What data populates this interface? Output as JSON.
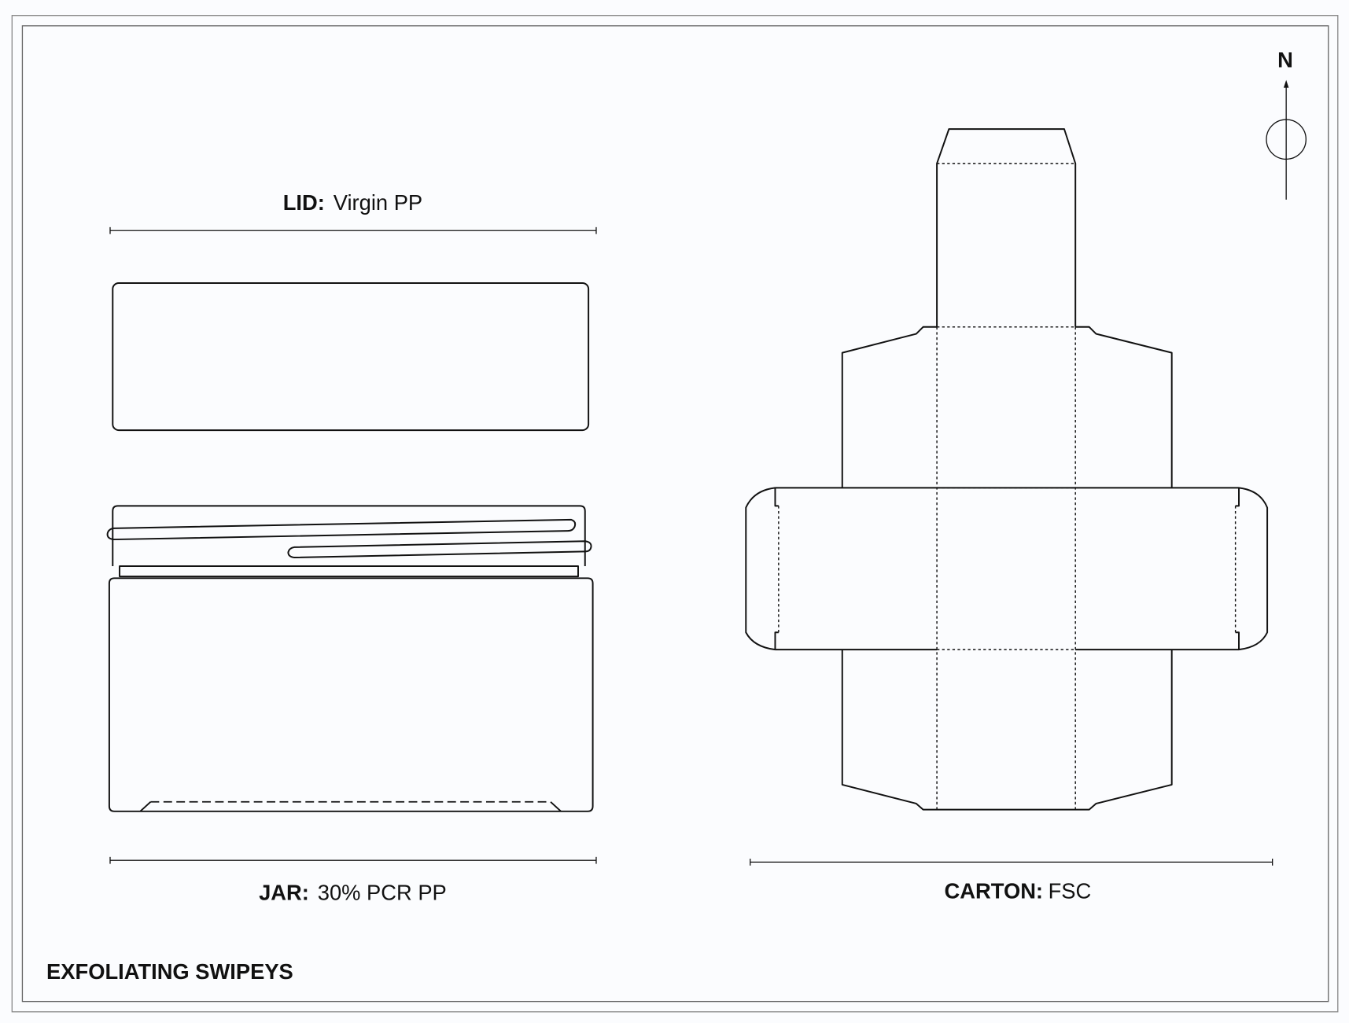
{
  "title": "EXFOLIATING SWIPEYS",
  "compass": {
    "label": "N"
  },
  "lid": {
    "label": "LID:",
    "material": "Virgin PP"
  },
  "jar": {
    "label": "JAR:",
    "material": "30% PCR PP"
  },
  "carton": {
    "label": "CARTON:",
    "material": "FSC"
  }
}
